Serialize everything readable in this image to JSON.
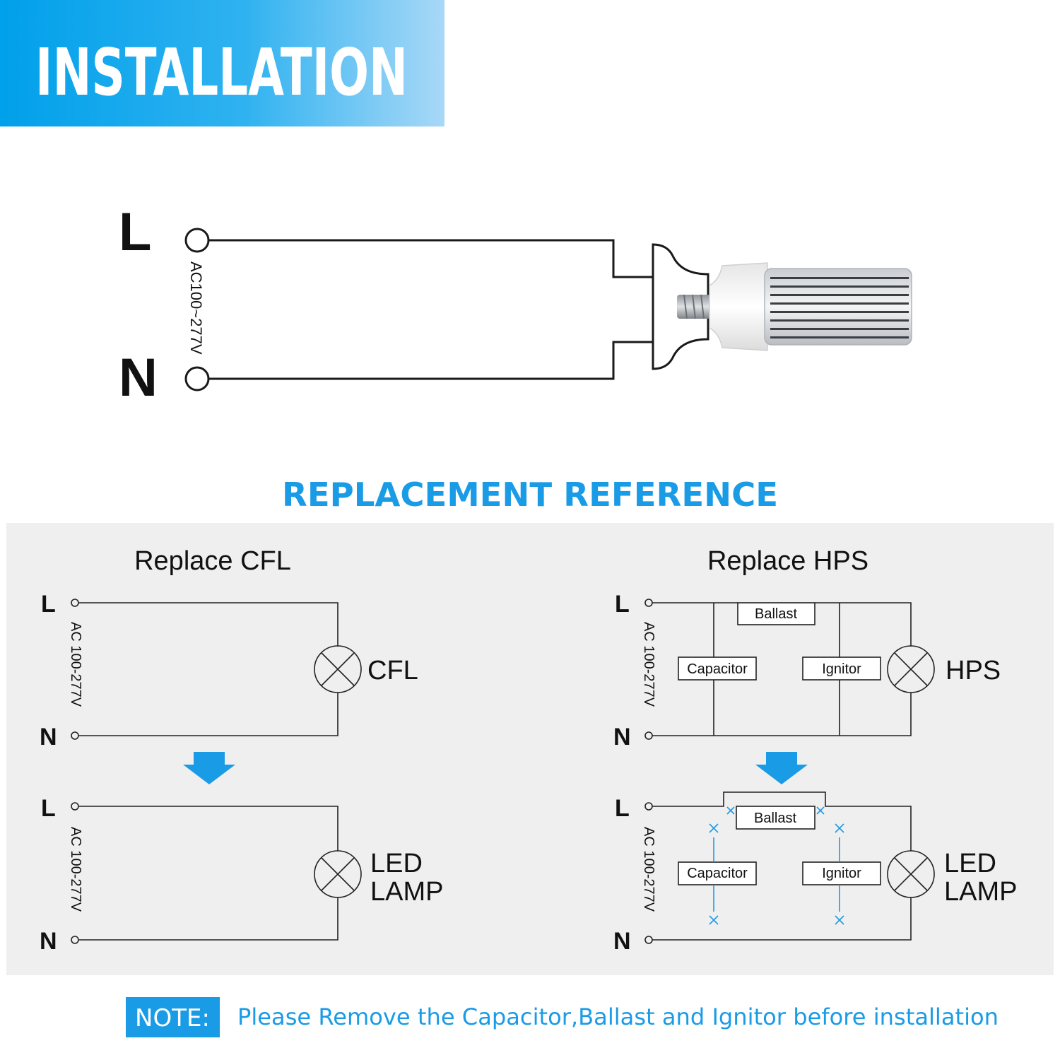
{
  "header": {
    "title": "INSTALLATION",
    "gradient_start": "#00a0ea",
    "gradient_end": "#a8d8f7"
  },
  "main_diagram": {
    "terminal_l": "L",
    "terminal_n": "N",
    "voltage": "AC100~277V"
  },
  "section_title": "REPLACEMENT REFERENCE",
  "accent_color": "#1a9be6",
  "panel_color": "#efefef",
  "cfl": {
    "heading": "Replace CFL",
    "terminal_l": "L",
    "terminal_n": "N",
    "voltage": "AC 100-277V",
    "before_lamp": "CFL",
    "after_terminal_l": "L",
    "after_terminal_n": "N",
    "after_voltage": "AC 100-277V",
    "after_lamp_line1": "LED",
    "after_lamp_line2": "LAMP"
  },
  "hps": {
    "heading": "Replace HPS",
    "terminal_l": "L",
    "terminal_n": "N",
    "voltage": "AC 100-277V",
    "ballast": "Ballast",
    "capacitor": "Capacitor",
    "ignitor": "Ignitor",
    "before_lamp": "HPS",
    "after_terminal_l": "L",
    "after_terminal_n": "N",
    "after_voltage": "AC 100-277V",
    "after_ballast": "Ballast",
    "after_capacitor": "Capacitor",
    "after_ignitor": "Ignitor",
    "after_lamp_line1": "LED",
    "after_lamp_line2": "LAMP"
  },
  "note": {
    "label": "NOTE:",
    "text": "Please Remove the Capacitor,Ballast and Ignitor before installation"
  }
}
